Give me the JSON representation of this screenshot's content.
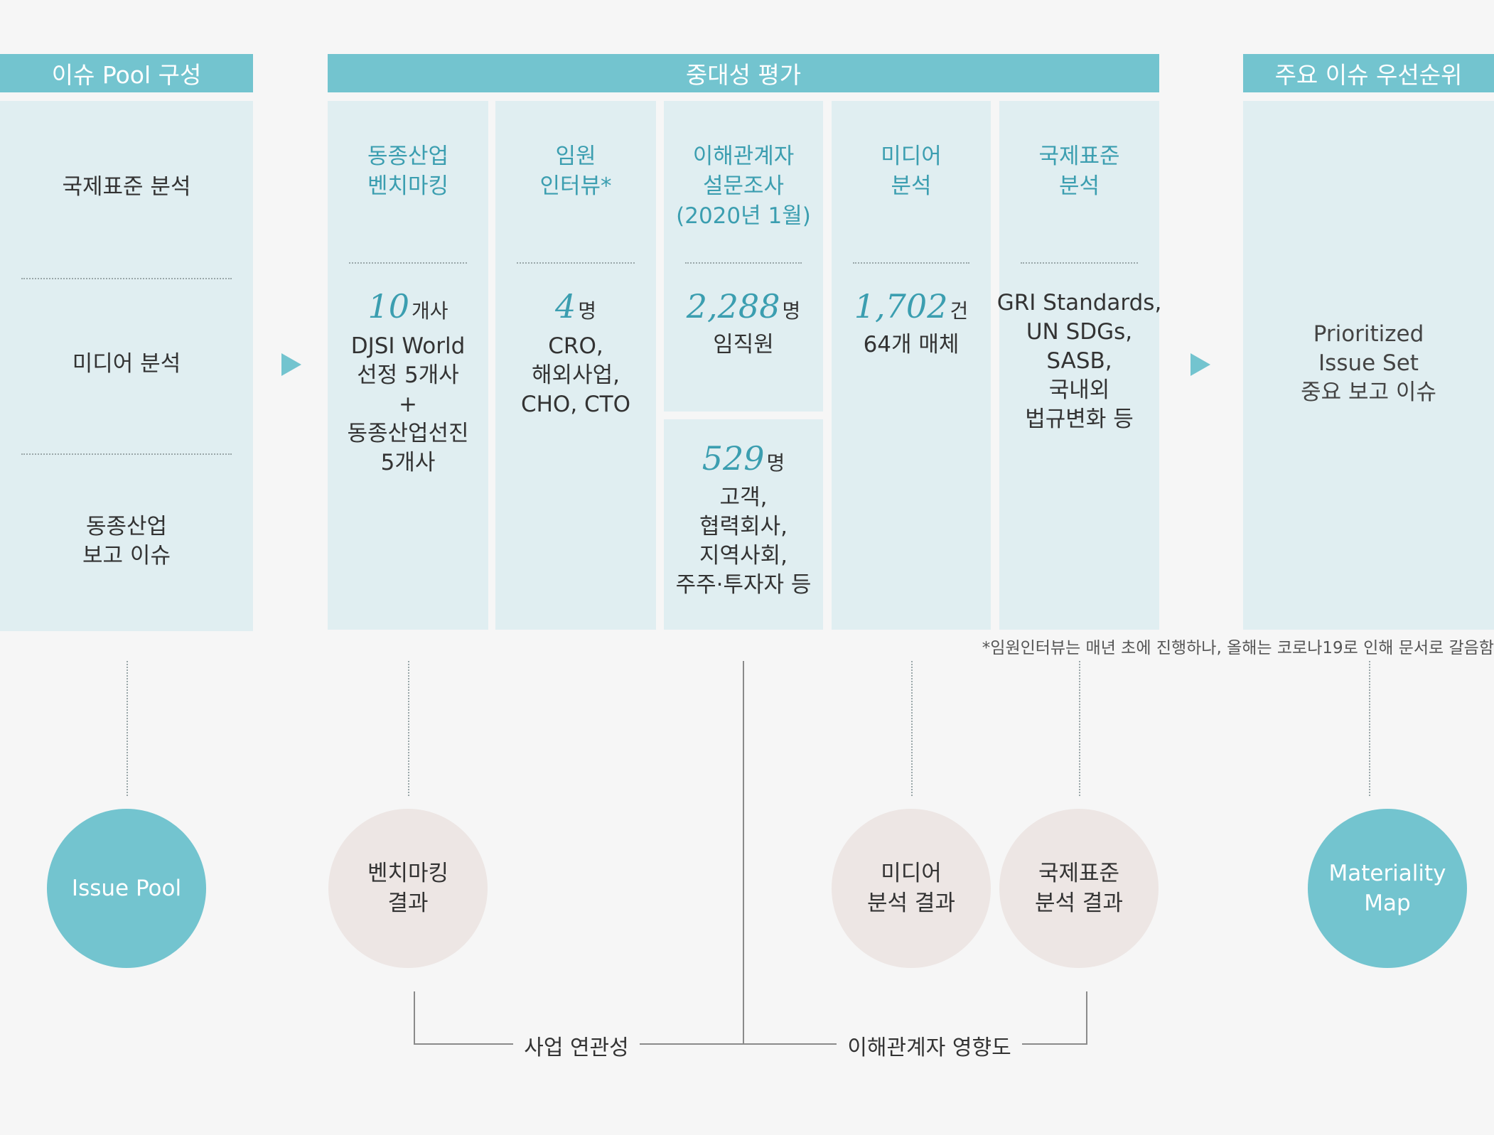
{
  "headers": {
    "issue_pool": "이슈 Pool 구성",
    "materiality": "중대성 평가",
    "priority": "주요 이슈 우선순위"
  },
  "issue_pool_items": [
    "국제표준 분석",
    "미디어 분석",
    "동종산업\n보고 이슈"
  ],
  "columns": [
    {
      "title": "동종산업\n벤치마킹",
      "number": "10",
      "unit": "개사",
      "detail": "DJSI World\n선정 5개사\n+\n동종산업선진\n5개사"
    },
    {
      "title": "임원\n인터뷰*",
      "number": "4",
      "unit": "명",
      "detail": "CRO,\n해외사업,\nCHO, CTO"
    },
    {
      "title": "이해관계자\n설문조사\n(2020년 1월)",
      "number": "2,288",
      "unit": "명",
      "detail": "임직원",
      "number2": "529",
      "unit2": "명",
      "detail2": "고객,\n협력회사,\n지역사회,\n주주·투자자 등"
    },
    {
      "title": "미디어\n분석",
      "number": "1,702",
      "unit": "건",
      "detail": "64개 매체"
    },
    {
      "title": "국제표준\n분석",
      "number": "",
      "unit": "",
      "detail": "GRI Standards,\nUN SDGs,\nSASB,\n국내외\n법규변화 등"
    }
  ],
  "priority_text": "Prioritized\nIssue Set\n중요 보고 이슈",
  "footnote": "*임원인터뷰는 매년 초에 진행하나, 올해는 코로나19로 인해 문서로 갈음함",
  "circles": {
    "issue_pool": "Issue Pool",
    "benchmark": "벤치마킹\n결과",
    "media": "미디어\n분석 결과",
    "standards": "국제표준\n분석 결과",
    "materiality_map": "Materiality\nMap"
  },
  "axis_labels": {
    "business": "사업 연관성",
    "stakeholder": "이해관계자 영향도"
  },
  "colors": {
    "teal": "#73c4cf",
    "panel": "#e0eef1",
    "beige": "#ede6e4",
    "accent_text": "#3b9eb0"
  }
}
